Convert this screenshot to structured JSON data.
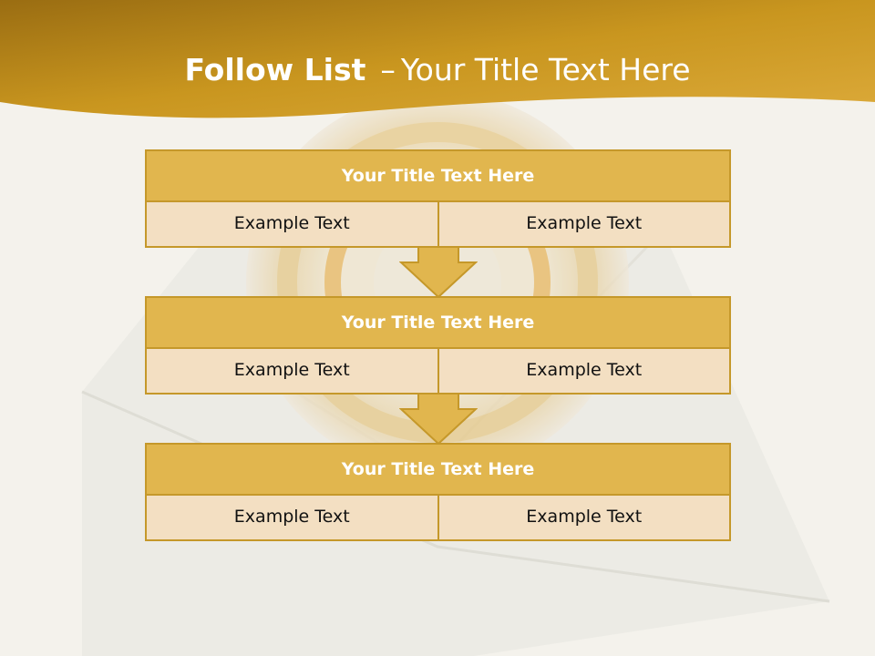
{
  "slide": {
    "title_bold": "Follow List",
    "title_dash": "–",
    "title_rest": "Your Title Text Here",
    "colors": {
      "banner": "#c9961f",
      "header_fill": "#e1b64e",
      "cell_fill": "#f3dfc2",
      "border": "#c5982a"
    }
  },
  "steps": [
    {
      "title": "Your Title Text Here",
      "left": "Example Text",
      "right": "Example Text"
    },
    {
      "title": "Your Title Text Here",
      "left": "Example Text",
      "right": "Example Text"
    },
    {
      "title": "Your Title Text Here",
      "left": "Example Text",
      "right": "Example Text"
    }
  ],
  "connectors": [
    "down-arrow-icon",
    "down-arrow-icon"
  ]
}
